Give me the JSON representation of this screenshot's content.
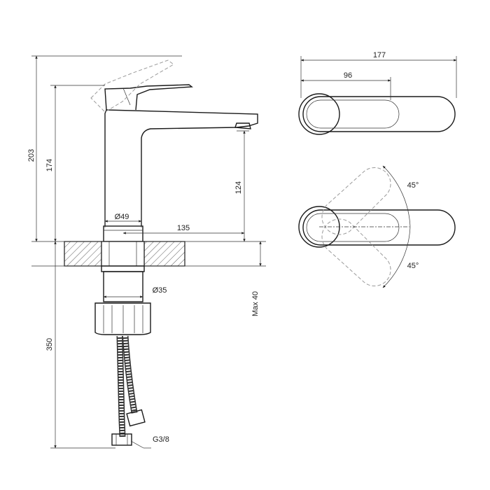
{
  "dimensions": {
    "height_total": "203",
    "height_body": "174",
    "spout_height": "124",
    "base_diameter": "Ø49",
    "spout_reach": "135",
    "shank_diameter": "Ø35",
    "max_thickness": "Max 40",
    "hose_length": "350",
    "connection": "G3/8",
    "top_width": "177",
    "handle_length": "96",
    "rotation_up": "45°",
    "rotation_down": "45°"
  }
}
